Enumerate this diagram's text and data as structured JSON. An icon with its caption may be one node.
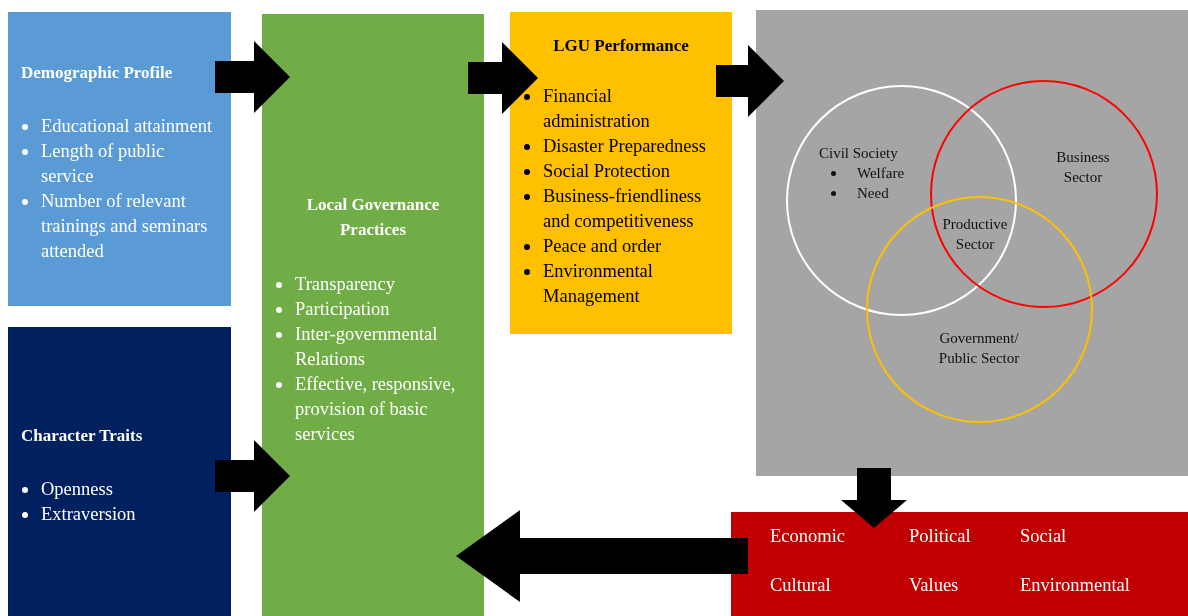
{
  "diagram": {
    "nodes": [
      {
        "text": [
          "Demographic Profile",
          "Educational attainment",
          "Length of public service",
          "Number of relevant trainings and seminars attended"
        ]
      },
      {
        "text": [
          "Character Traits",
          "Openness",
          "Extraversion"
        ]
      },
      {
        "text": [
          "Local Governance Practices",
          "Transparency",
          "Participation",
          "Inter-governmental Relations",
          "Effective, responsive, provision of basic services"
        ]
      },
      {
        "text": [
          "LGU Performance",
          "Financial administration",
          "Disaster Preparedness",
          "Social Protection",
          "Business-friendliness and competitiveness",
          "Peace and order",
          "Environmental Management"
        ]
      },
      {
        "text": [],
        "shape": "box"
      },
      {
        "text": [
          "Civil Society",
          "Welfare",
          "Need"
        ],
        "in": 4
      },
      {
        "text": [
          "Business Sector"
        ],
        "in": 4
      },
      {
        "text": [
          "Government/ Public Sector"
        ],
        "in": 4
      },
      {
        "text": [
          "Economic",
          "Political",
          "Social",
          "Cultural",
          "Values",
          "Environmental"
        ]
      }
    ],
    "edges": [
      {
        "from": 0,
        "to": 2,
        "arrow": "to"
      },
      {
        "from": 1,
        "to": 2,
        "arrow": "to"
      },
      {
        "from": 2,
        "to": 3,
        "arrow": "to"
      },
      {
        "from": 3,
        "to": 4,
        "arrow": "to"
      },
      {
        "from": 4,
        "to": 8,
        "arrow": "to"
      },
      {
        "from": 8,
        "to": 2,
        "arrow": "to"
      }
    ],
    "labels": [
      "Productive Sector"
    ]
  }
}
